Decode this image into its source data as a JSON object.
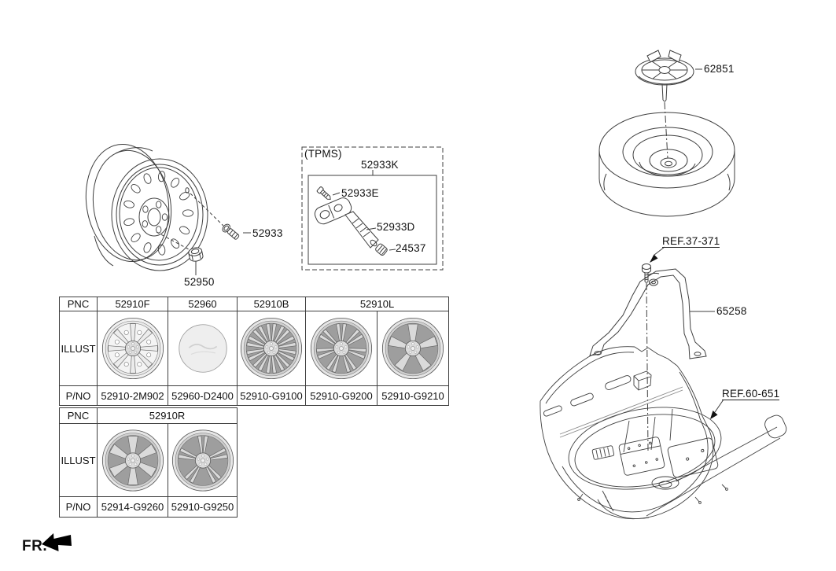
{
  "colors": {
    "line": "#3f3f3f",
    "text": "#111111",
    "table_border": "#3f3f3f"
  },
  "labels": {
    "fr": "FR.",
    "valve": "52933",
    "wheel_nut": "52950",
    "tpms_title": "(TPMS)",
    "tpms_kit": "52933K",
    "tpms_screw": "52933E",
    "tpms_valve": "52933D",
    "tpms_cap": "24537",
    "spare_clamp": "62851",
    "bolt_ref": "REF.37-371",
    "spare_bracket": "65258",
    "floor_panel_ref": "REF.60-651"
  },
  "parts_table": {
    "headers": {
      "pnc": "PNC",
      "illust": "ILLUST",
      "pno": "P/NO"
    },
    "sections": [
      {
        "columns": [
          {
            "pnc": "52910F",
            "illust": "steel-wheel-8-spoke",
            "pno": "52910-2M902"
          },
          {
            "pnc": "52960",
            "illust": "wheel-center-cap",
            "pno": "52960-D2400"
          },
          {
            "pnc": "52910B",
            "illust": "alloy-wheel-10-double-spoke",
            "pno": "52910-G9100"
          },
          {
            "pnc": "52910L",
            "illust": "alloy-wheel-7-double-spoke",
            "pno": "52910-G9200"
          },
          {
            "illust": "alloy-wheel-5-spoke",
            "pno": "52910-G9210"
          }
        ]
      },
      {
        "columns": [
          {
            "pnc": "52910R",
            "illust": "alloy-wheel-6-spoke",
            "pno": "52914-G9260"
          },
          {
            "illust": "alloy-wheel-5-double-spoke",
            "pno": "52910-G9250"
          }
        ]
      }
    ]
  }
}
